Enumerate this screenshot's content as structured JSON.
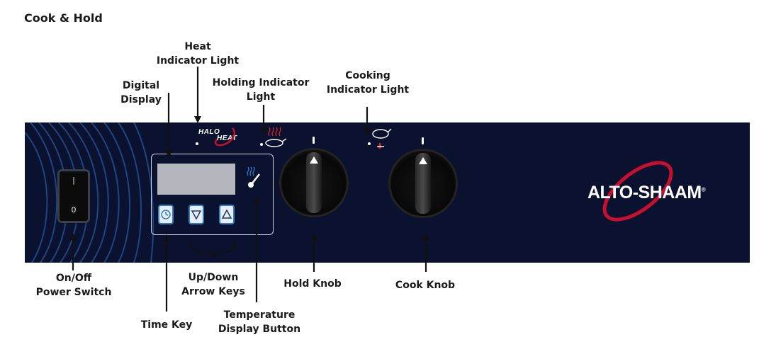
{
  "title": "Cook & Hold",
  "labels": {
    "heat_indicator": [
      "Heat",
      "Indicator Light"
    ],
    "holding_indicator": [
      "Holding Indicator",
      "Light"
    ],
    "cooking_indicator": [
      "Cooking",
      "Indicator Light"
    ],
    "digital_display": [
      "Digital",
      "Display"
    ],
    "power_switch": [
      "On/Off",
      "Power Switch"
    ],
    "arrow_keys": [
      "Up/Down",
      "Arrow Keys"
    ],
    "hold_knob": "Hold Knob",
    "cook_knob": "Cook Knob",
    "time_key": "Time Key",
    "temperature_button": [
      "Temperature",
      "Display Button"
    ]
  },
  "panel": {
    "switch_on": "|",
    "switch_off": "0",
    "halo_heat": [
      "HALO",
      "HEAT"
    ],
    "brand": "ALTO-SHAAM",
    "brand_mark": "®"
  },
  "colors": {
    "panel": "#0a1230",
    "key_border": "#2f7fc6",
    "brand_swoosh": "#c8102e",
    "icon_red": "#d2232a"
  }
}
